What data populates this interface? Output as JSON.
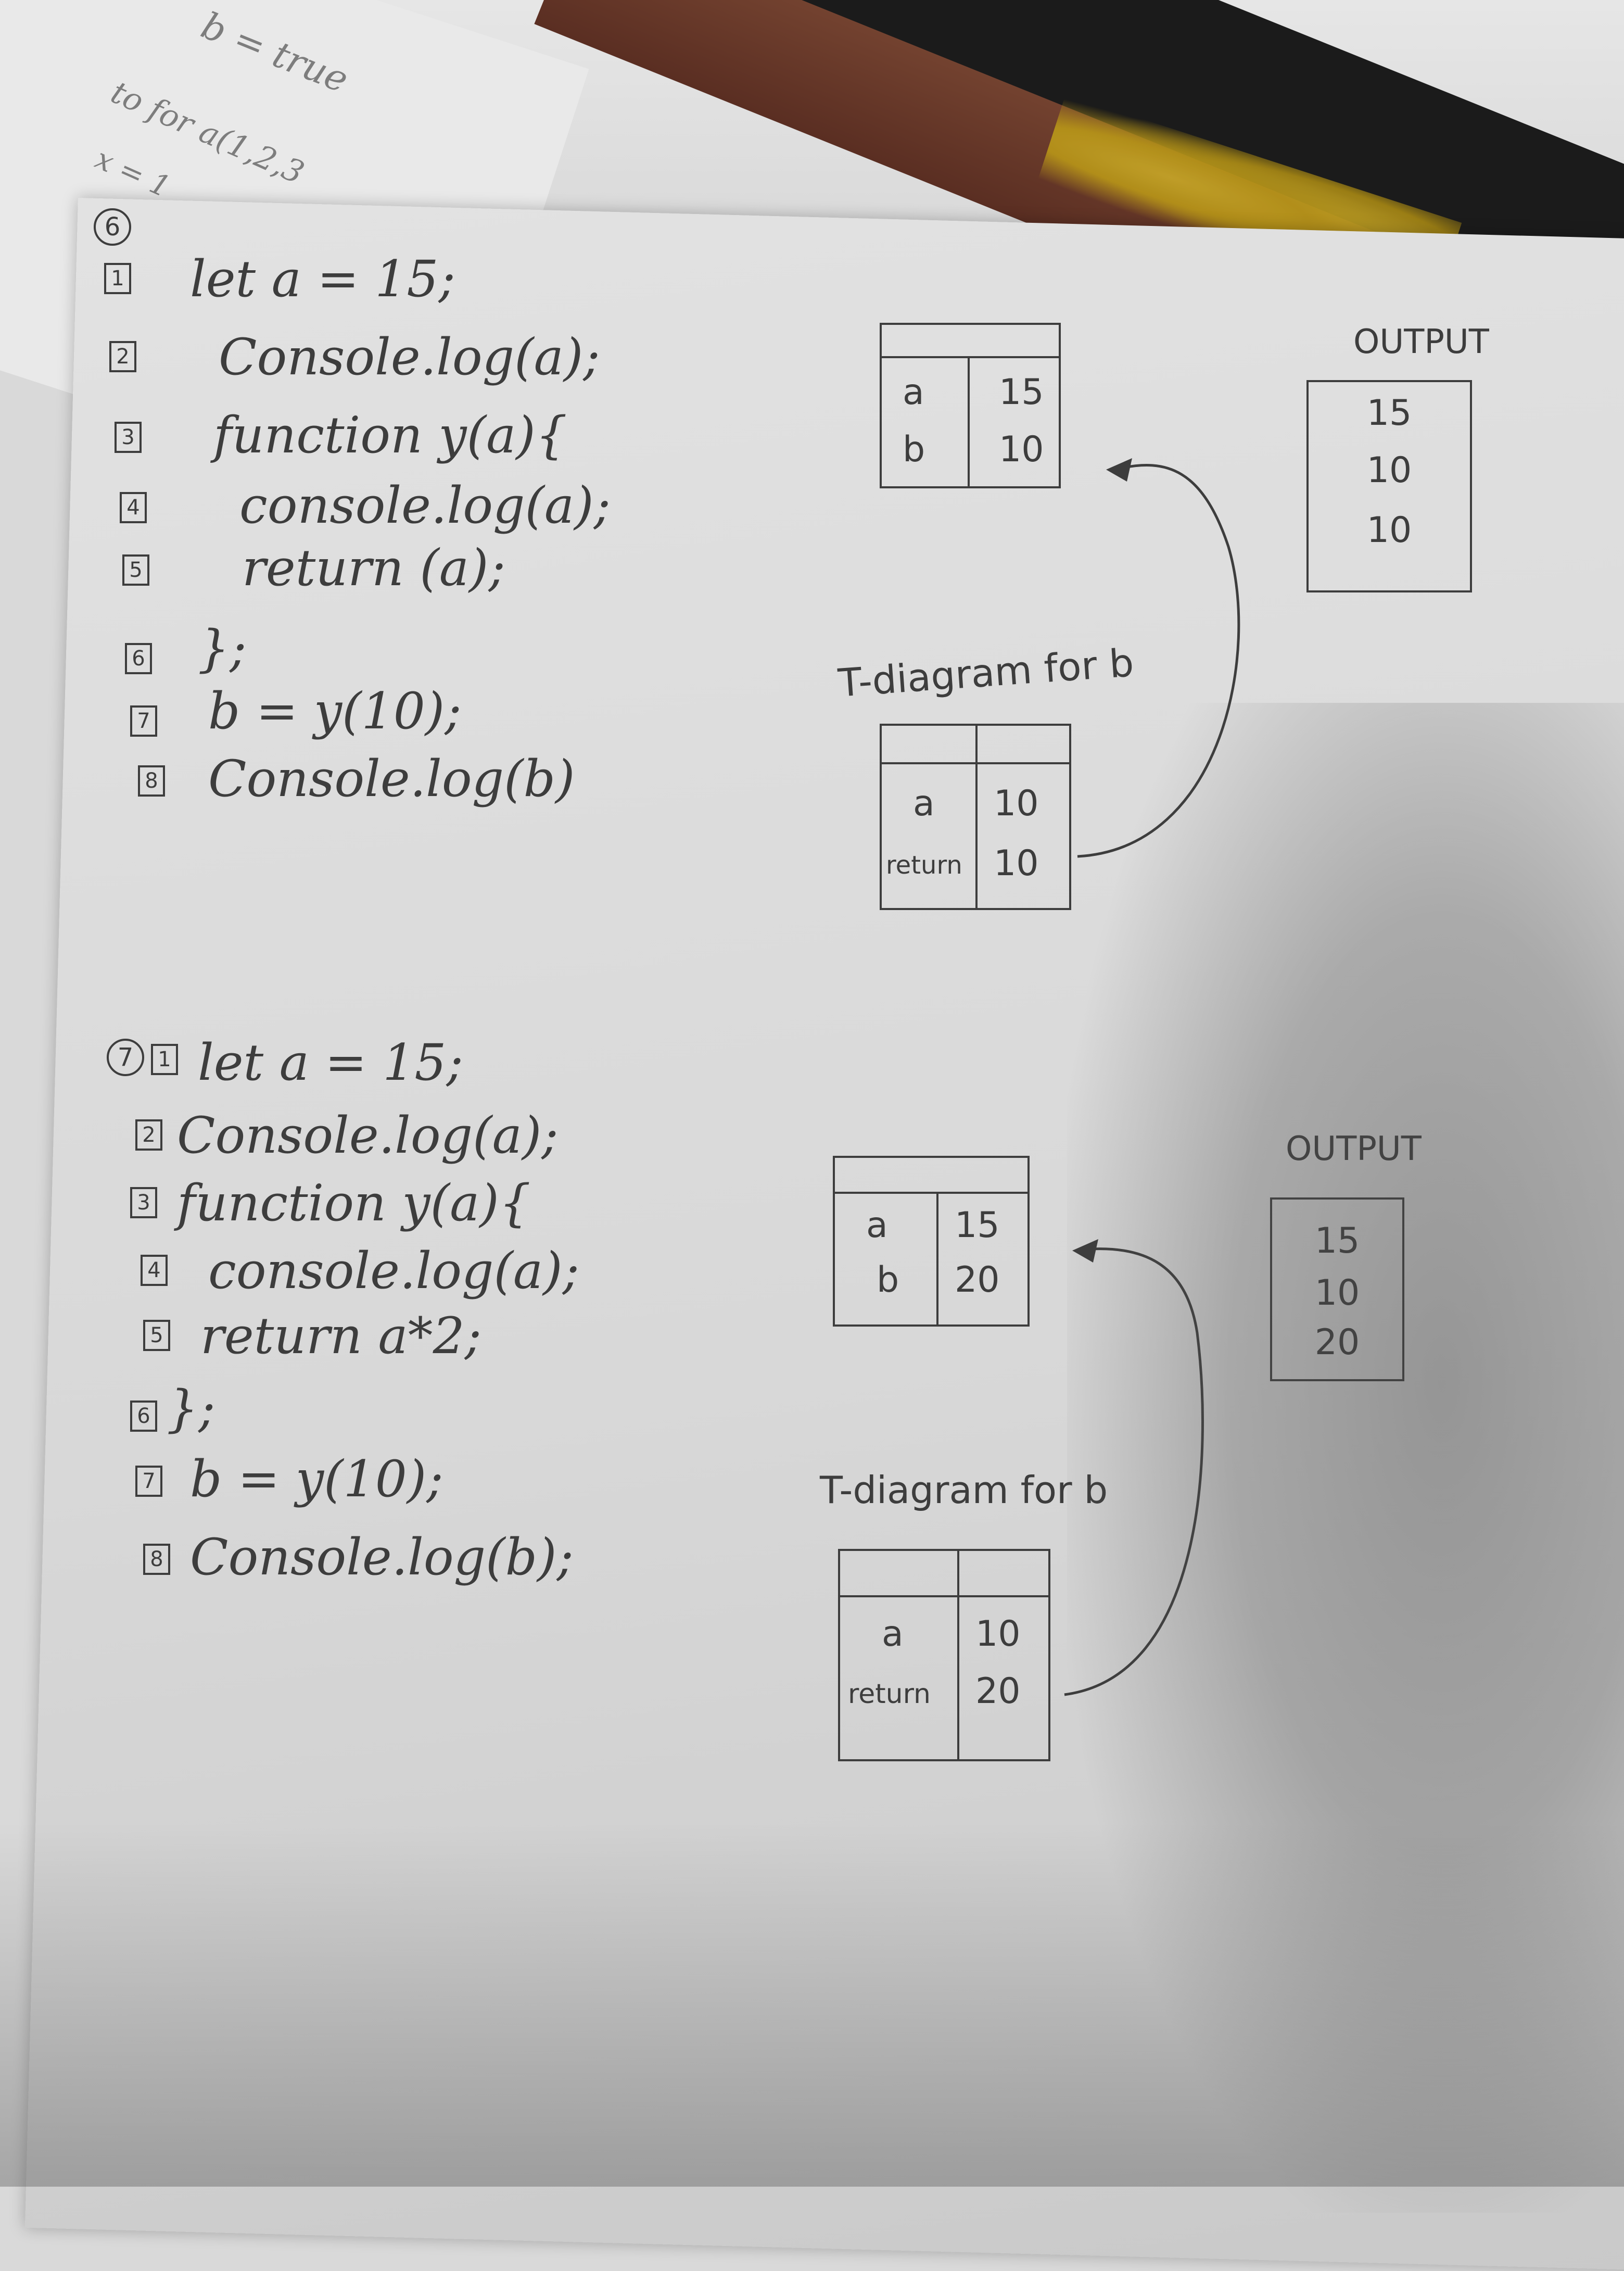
{
  "background_note": {
    "line1": "b = true",
    "line2": "to  for  a(1,2,3",
    "line3": "x = 1"
  },
  "sections": [
    {
      "number": "6",
      "code": [
        {
          "n": "1",
          "text": "let a = 15;"
        },
        {
          "n": "2",
          "text": "Console.log(a);"
        },
        {
          "n": "3",
          "text": "function y(a){"
        },
        {
          "n": "4",
          "text": "console.log(a);"
        },
        {
          "n": "5",
          "text": "return (a);"
        },
        {
          "n": "6",
          "text": "};"
        },
        {
          "n": "7",
          "text": "b = y(10);"
        },
        {
          "n": "8",
          "text": "Console.log(b)"
        }
      ],
      "global_table": {
        "rows": [
          [
            "a",
            "15"
          ],
          [
            "b",
            "10"
          ]
        ]
      },
      "tdiagram_label": "T-diagram for b",
      "tdiagram_table": {
        "rows": [
          [
            "a",
            "10"
          ],
          [
            "return",
            "10"
          ]
        ]
      },
      "output_label": "OUTPUT",
      "output": [
        "15",
        "10",
        "10"
      ]
    },
    {
      "number": "7",
      "code": [
        {
          "n": "1",
          "text": "let a = 15;"
        },
        {
          "n": "2",
          "text": "Console.log(a);"
        },
        {
          "n": "3",
          "text": "function y(a){"
        },
        {
          "n": "4",
          "text": "console.log(a);"
        },
        {
          "n": "5",
          "text": "return a*2;"
        },
        {
          "n": "6",
          "text": "};"
        },
        {
          "n": "7",
          "text": "b = y(10);"
        },
        {
          "n": "8",
          "text": "Console.log(b);"
        }
      ],
      "global_table": {
        "rows": [
          [
            "a",
            "15"
          ],
          [
            "b",
            "20"
          ]
        ]
      },
      "tdiagram_label": "T-diagram for b",
      "tdiagram_table": {
        "rows": [
          [
            "a",
            "10"
          ],
          [
            "return",
            "20"
          ]
        ]
      },
      "output_label": "OUTPUT",
      "output": [
        "15",
        "10",
        "20"
      ]
    }
  ],
  "colors": {
    "ink": "#3d3d3d",
    "paper": "#dcdcdc"
  }
}
